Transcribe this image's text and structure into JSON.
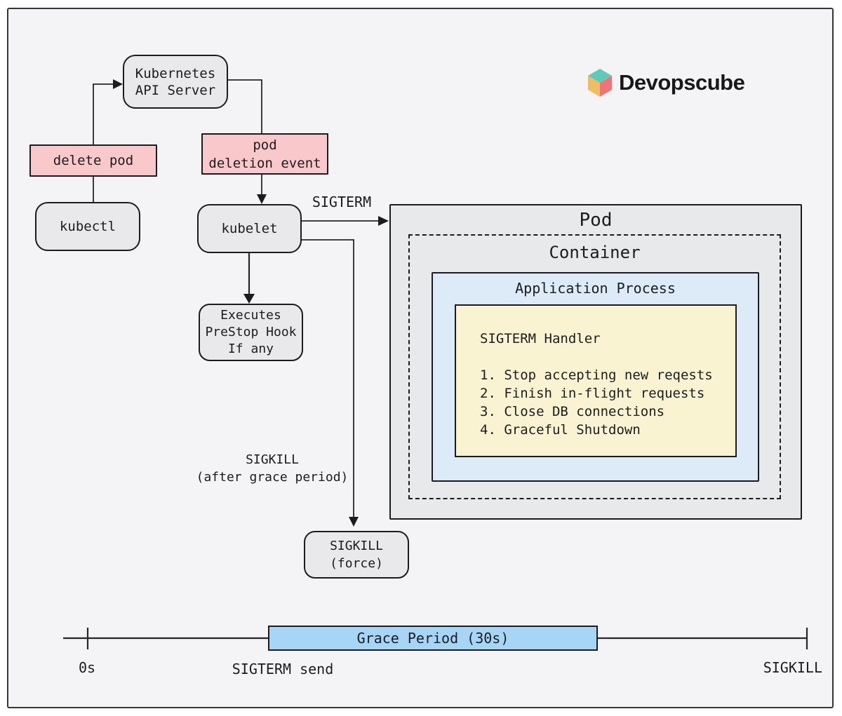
{
  "brand": {
    "name": "Devopscube",
    "cube_icon_colors": {
      "top": "#5ecabc",
      "left": "#f0bd62",
      "right": "#ee7477"
    }
  },
  "nodes": {
    "api_server": "Kubernetes\nAPI Server",
    "delete_pod": "delete pod",
    "pod_deletion_event": "pod\ndeletion event",
    "kubectl": "kubectl",
    "kubelet": "kubelet",
    "prestop_hook": "Executes\nPreStop Hook\nIf any",
    "sigkill_force": "SIGKILL\n(force)"
  },
  "edge_labels": {
    "sigterm": "SIGTERM",
    "sigkill_after_grace": "SIGKILL\n(after grace period)"
  },
  "pod": {
    "title": "Pod",
    "container_title": "Container",
    "app_process_title": "Application Process",
    "handler_title": "SIGTERM Handler",
    "handler_steps": [
      "1. Stop accepting new reqests",
      "2. Finish in-flight requests",
      "3. Close DB connections",
      "4. Graceful Shutdown"
    ]
  },
  "timeline": {
    "start": "0s",
    "sigterm_send": "SIGTERM send",
    "grace_period": "Grace Period (30s)",
    "end": "SIGKILL"
  },
  "colors": {
    "background": "#f4f4f6",
    "node_grey": "#e9e9ec",
    "pink": "#f9c8ca",
    "pod_grey": "#e8e9eb",
    "app_blue": "#dcebf7",
    "handler_yellow": "#faf3d2",
    "grace_blue": "#a6d5f6",
    "stroke": "#1c1c20"
  }
}
